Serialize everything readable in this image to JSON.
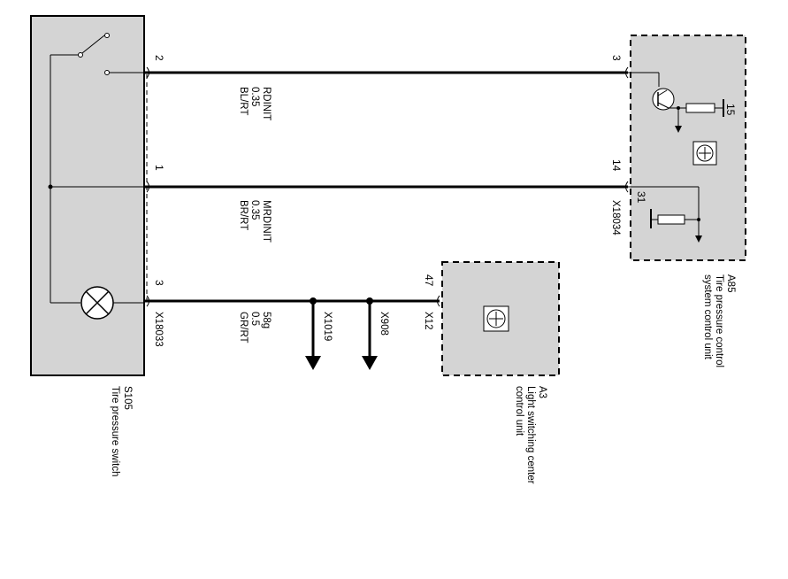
{
  "components": {
    "s105": {
      "id": "S105",
      "name": "Tire pressure switch"
    },
    "a85": {
      "id": "A85",
      "name_line1": "Tire pressure control",
      "name_line2": "system  control unit"
    },
    "a3": {
      "id": "A3",
      "name_line1": "Light switching center",
      "name_line2": "control unit"
    }
  },
  "connectors": {
    "switch_side": "X18033",
    "a85_side": "X18034",
    "a3_side": "X12",
    "ground_1": "X1019",
    "ground_2": "X908"
  },
  "wires": [
    {
      "from_pin": "2",
      "to_pin": "3",
      "signal": "RDINIT",
      "gauge": "0.35",
      "color": "BL/RT"
    },
    {
      "from_pin": "1",
      "to_pin": "14",
      "signal": "MRDINIT",
      "gauge": "0.35",
      "color": "BR/RT"
    },
    {
      "from_pin": "3",
      "to_pin": "47",
      "signal": "58g",
      "gauge": "0.5",
      "color": "GR/RT"
    }
  ],
  "a85_internal_pins": {
    "supply": "15",
    "ground": "31"
  }
}
